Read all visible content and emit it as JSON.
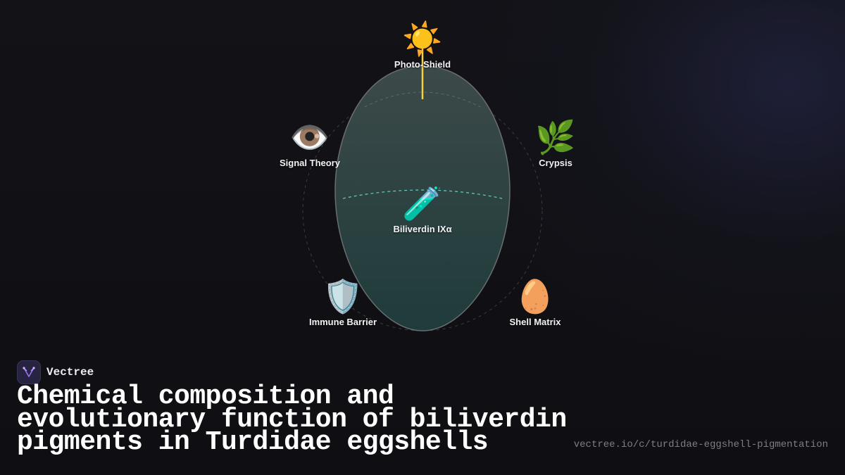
{
  "diagram": {
    "center": {
      "label": "Biliverdin IXα",
      "icon": "test-tube-icon",
      "glyph": "🧪"
    },
    "nodes": [
      {
        "id": "photo-shield",
        "label": "Photo-Shield",
        "icon": "sun-icon",
        "glyph": "☀️"
      },
      {
        "id": "signal-theory",
        "label": "Signal Theory",
        "icon": "eye-icon",
        "glyph": "👁️"
      },
      {
        "id": "crypsis",
        "label": "Crypsis",
        "icon": "herb-icon",
        "glyph": "🌿"
      },
      {
        "id": "immune-barrier",
        "label": "Immune Barrier",
        "icon": "shield-icon",
        "glyph": "🛡️"
      },
      {
        "id": "shell-matrix",
        "label": "Shell Matrix",
        "icon": "egg-icon",
        "glyph": "🥚"
      }
    ],
    "colors": {
      "egg_top": "#3c4a49",
      "egg_bottom": "#1f3b3b",
      "egg_stroke": "#6a6e70",
      "arc": "#5fd3c3",
      "ray": "#f5d33f"
    }
  },
  "brand": {
    "name": "Vectree",
    "logo_icon": "vectree-logo-icon",
    "accent": "#9b6ef3"
  },
  "title": "Chemical composition and evolutionary function of biliverdin pigments in Turdidae eggshells",
  "url": "vectree.io/c/turdidae-eggshell-pigmentation"
}
